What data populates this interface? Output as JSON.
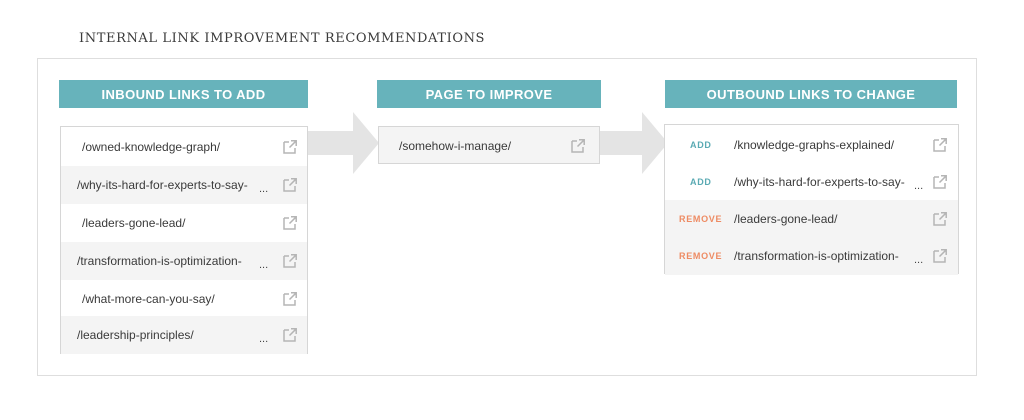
{
  "title": "INTERNAL LINK IMPROVEMENT RECOMMENDATIONS",
  "colors": {
    "header": "#67b3bb",
    "add": "#5aaab3",
    "remove": "#ee8b63",
    "arrow": "#e4e4e4"
  },
  "inbound": {
    "header": "INBOUND LINKS TO ADD",
    "items": [
      {
        "path": "/owned-knowledge-graph/",
        "truncated": ""
      },
      {
        "path": "/why-its-hard-for-experts-to-say-",
        "truncated": "..."
      },
      {
        "path": "/leaders-gone-lead/",
        "truncated": ""
      },
      {
        "path": "/transformation-is-optimization-",
        "truncated": "..."
      },
      {
        "path": "/what-more-can-you-say/",
        "truncated": ""
      },
      {
        "path": "/leadership-principles/",
        "truncated": "..."
      }
    ]
  },
  "page": {
    "header": "PAGE TO IMPROVE",
    "path": "/somehow-i-manage/"
  },
  "outbound": {
    "header": "OUTBOUND LINKS TO CHANGE",
    "items": [
      {
        "action": "ADD",
        "path": "/knowledge-graphs-explained/",
        "truncated": ""
      },
      {
        "action": "ADD",
        "path": "/why-its-hard-for-experts-to-say-",
        "truncated": "..."
      },
      {
        "action": "REMOVE",
        "path": "/leaders-gone-lead/",
        "truncated": ""
      },
      {
        "action": "REMOVE",
        "path": "/transformation-is-optimization-",
        "truncated": "..."
      }
    ]
  },
  "icons": {
    "external": "external-link-icon"
  }
}
